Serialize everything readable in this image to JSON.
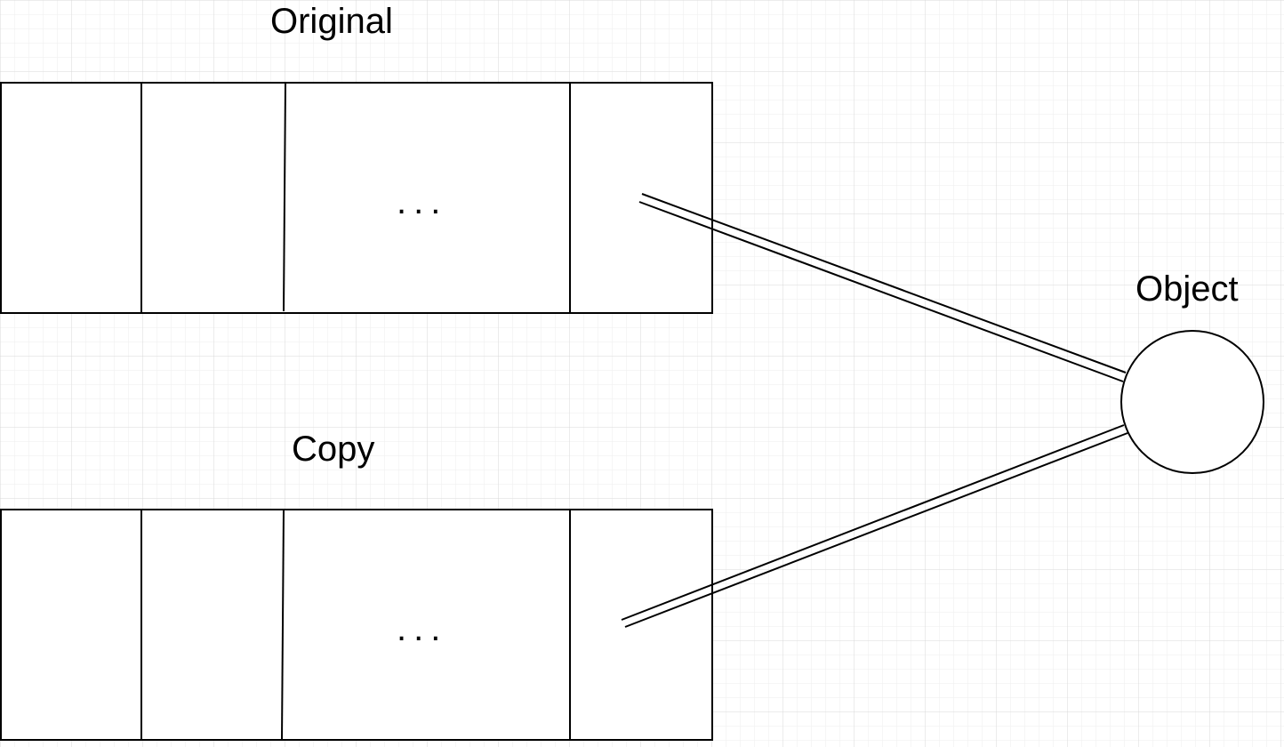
{
  "labels": {
    "original": "Original",
    "copy": "Copy",
    "object": "Object"
  },
  "ellipsis": "...",
  "colors": {
    "stroke": "#000000",
    "background": "#ffffff",
    "grid_minor": "#eeeeee",
    "grid_major": "#d9d9d9"
  }
}
